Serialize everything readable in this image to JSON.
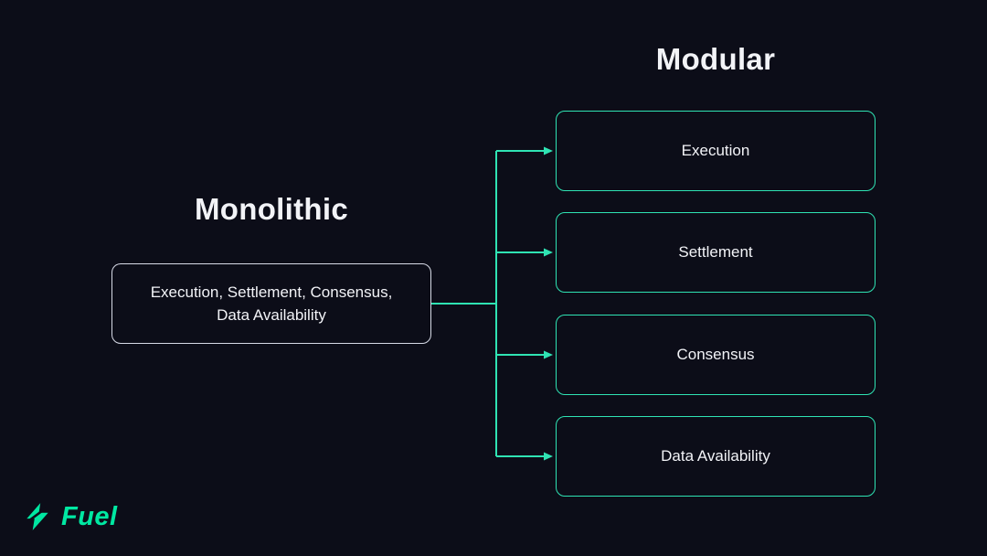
{
  "titles": {
    "monolithic": "Monolithic",
    "modular": "Modular"
  },
  "monolithic": {
    "label": "Execution, Settlement, Consensus, Data Availability"
  },
  "modular": {
    "items": [
      "Execution",
      "Settlement",
      "Consensus",
      "Data Availability"
    ]
  },
  "brand": {
    "name": "Fuel"
  },
  "colors": {
    "background": "#0c0d18",
    "accent": "#2fe3b3",
    "brand_green": "#00e8a2",
    "monolithic_border": "#d7dae6",
    "text": "#f2f3f7"
  }
}
